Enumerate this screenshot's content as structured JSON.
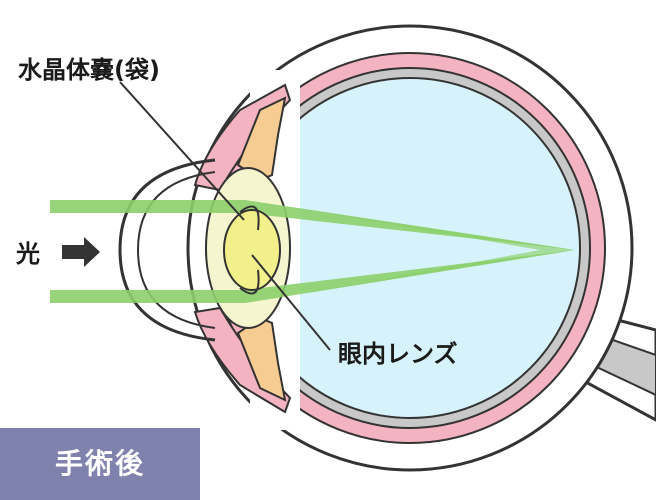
{
  "labels": {
    "capsule": "水晶体嚢(袋)",
    "light": "光",
    "iol": "眼内レンズ"
  },
  "badge": {
    "text": "手術後"
  },
  "colors": {
    "outline": "#333333",
    "sclera": "#ffffff",
    "choroid": "#f3b3c0",
    "retina": "#c8c8c8",
    "vitreous": "#d6f2fb",
    "cornea": "#ffffff",
    "ciliary": "#f6cc93",
    "capsule": "#f5f5cf",
    "iol": "#f2f08b",
    "light_ray": "#8ccf6a",
    "badge_bg": "#7f82ad",
    "badge_text": "#ffffff"
  }
}
